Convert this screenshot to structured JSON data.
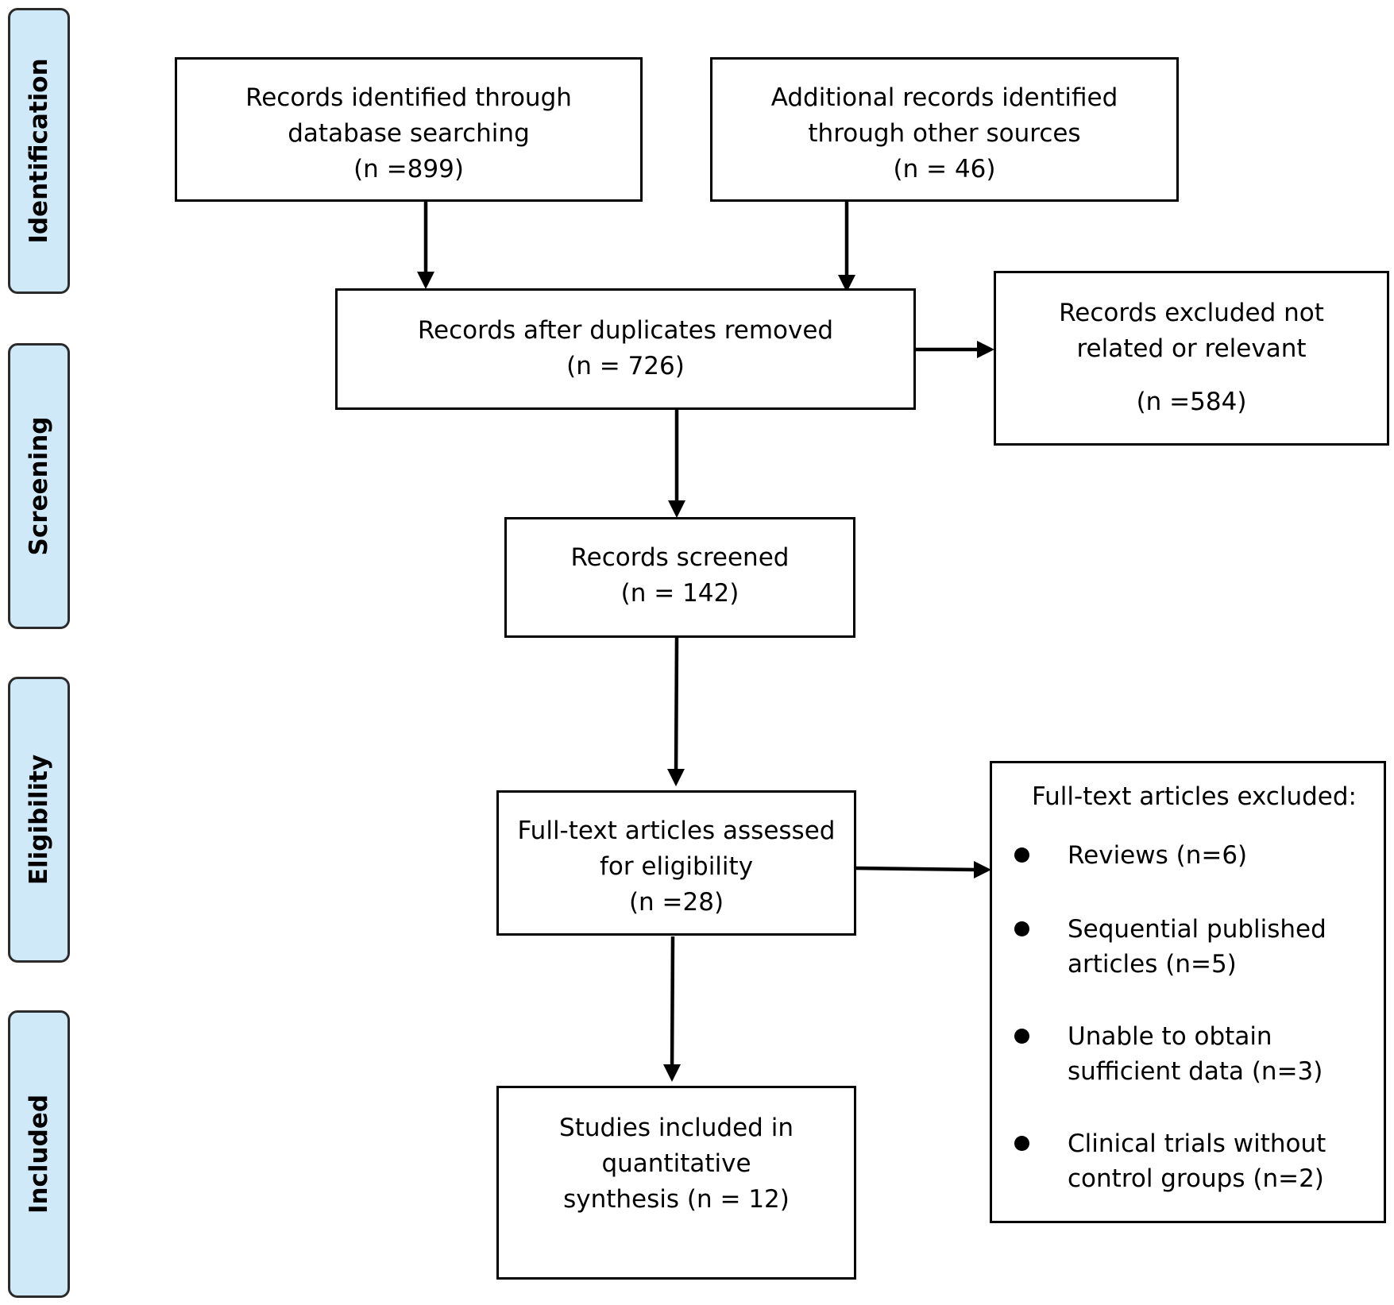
{
  "stages": {
    "identification": "Identification",
    "screening": "Screening",
    "eligibility": "Eligibility",
    "included": "Included"
  },
  "colors": {
    "stage_fill": "#cfe9f9",
    "stage_border": "#2b2b2b",
    "box_border": "#000000"
  },
  "boxes": {
    "database": [
      "Records identified through",
      "database searching",
      "(n =899)"
    ],
    "other_sources": [
      "Additional records identified",
      "through other sources",
      "(n = 46)"
    ],
    "duplicates_removed": [
      "Records after duplicates removed",
      "(n = 726)"
    ],
    "excluded_not_relevant": [
      "Records excluded not",
      "related or relevant",
      "(n =584)"
    ],
    "screened": [
      "Records screened",
      "(n = 142)"
    ],
    "full_text_assessed": [
      "Full-text articles assessed",
      "for eligibility",
      "(n =28)"
    ],
    "included_studies": [
      "Studies included in",
      "quantitative",
      "synthesis (n = 12)"
    ]
  },
  "full_text_excluded": {
    "heading": "Full-text articles excluded:",
    "items": [
      [
        "Reviews (n=6)"
      ],
      [
        "Sequential published",
        "articles (n=5)"
      ],
      [
        "Unable to obtain",
        "sufficient data (n=3)"
      ],
      [
        "Clinical trials without",
        "control groups (n=2)"
      ]
    ]
  }
}
